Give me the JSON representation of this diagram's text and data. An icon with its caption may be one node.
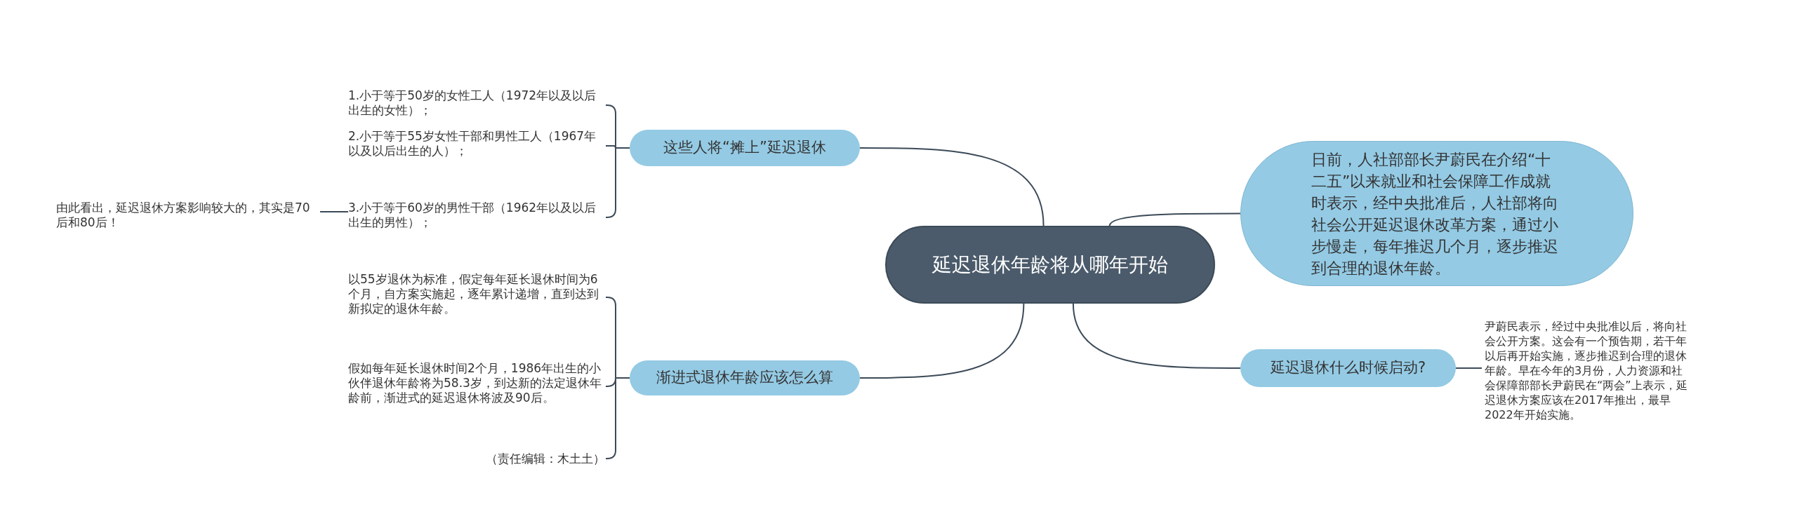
{
  "diagram": {
    "nodes": [
      {
        "text": [
          "延迟退休年龄将从哪年开始"
        ]
      },
      {
        "text": [
          "这些人将“摊上”延迟退休"
        ]
      },
      {
        "text": [
          "1.小于等于50岁的女性工人（1972年以及以后出生的女性）；"
        ]
      },
      {
        "text": [
          "2.小于等于55岁女性干部和男性工人（1967年以及以后出生的人）；"
        ]
      },
      {
        "text": [
          "3.小于等于60岁的男性干部（1962年以及以后出生的男性）；"
        ]
      },
      {
        "text": [
          "由此看出，延迟退休方案影响较大的，其实是70后和80后！"
        ]
      },
      {
        "text": [
          "渐进式退休年龄应该怎么算"
        ]
      },
      {
        "text": [
          "以55岁退休为标准，假定每年延长退休时间为6个月，自方案实施起，逐年累计递增，直到达到新拟定的退休年龄。"
        ]
      },
      {
        "text": [
          "假如每年延长退休时间2个月，1986年出生的小伙伴退休年龄将为58.3岁，到达新的法定退休年龄前，渐进式的延迟退休将波及90后。"
        ]
      },
      {
        "text": [
          "（责任编辑：木土土）"
        ]
      },
      {
        "text": [
          "日前，人社部部长尹蔚民在介绍“十二五”以来就业和社会保障工作成就时表示，经中央批准后，人社部将向社会公开延迟退休改革方案，通过小步慢走，每年推迟几个月，逐步推迟到合理的退休年龄。"
        ]
      },
      {
        "text": [
          "延迟退休什么时候启动?"
        ]
      },
      {
        "text": [
          "尹蔚民表示，经过中央批准以后，将向社会公开方案。这会有一个预告期，若干年以后再开始实施，逐步推迟到合理的退休年龄。早在今年的3月份，人力资源和社会保障部部长尹蔚民在“两会”上表示，延迟退休方案应该在2017年推出，最早2022年开始实施。"
        ]
      }
    ],
    "edges": [
      {
        "from": 0,
        "to": 1,
        "arrow": "none"
      },
      {
        "from": 1,
        "to": 2,
        "arrow": "none"
      },
      {
        "from": 1,
        "to": 3,
        "arrow": "none"
      },
      {
        "from": 1,
        "to": 4,
        "arrow": "none"
      },
      {
        "from": 4,
        "to": 5,
        "arrow": "none"
      },
      {
        "from": 0,
        "to": 6,
        "arrow": "none"
      },
      {
        "from": 6,
        "to": 7,
        "arrow": "none"
      },
      {
        "from": 6,
        "to": 8,
        "arrow": "none"
      },
      {
        "from": 6,
        "to": 9,
        "arrow": "none"
      },
      {
        "from": 0,
        "to": 10,
        "arrow": "none"
      },
      {
        "from": 0,
        "to": 11,
        "arrow": "none"
      },
      {
        "from": 11,
        "to": 12,
        "arrow": "none"
      }
    ]
  }
}
